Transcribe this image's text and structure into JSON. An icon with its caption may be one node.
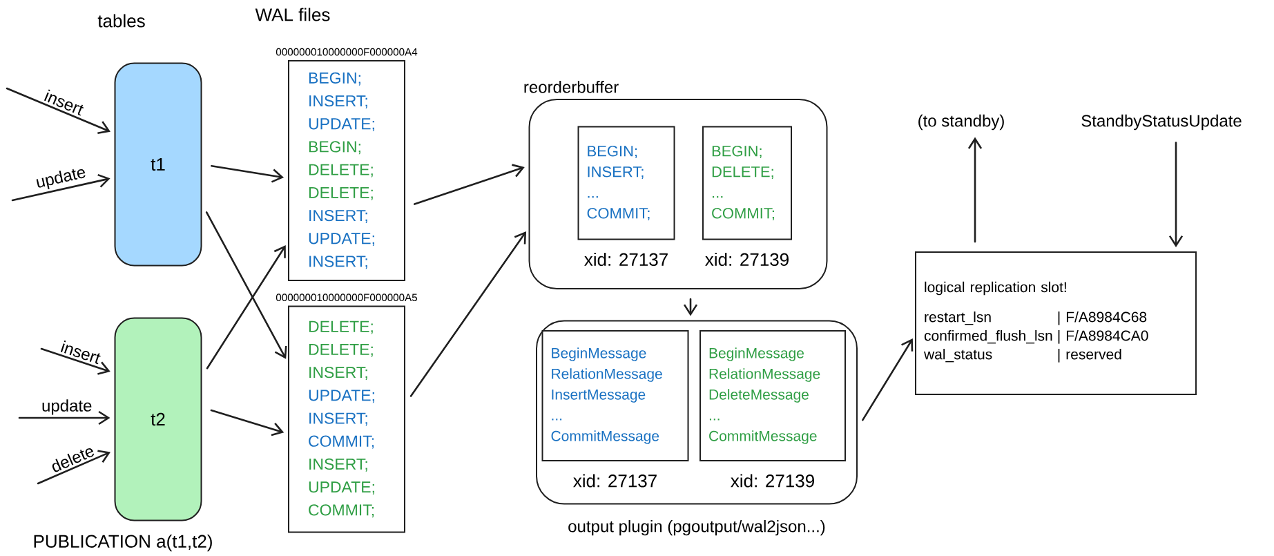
{
  "diagram": {
    "nodes": [
      {
        "text": [
          "t1"
        ]
      },
      {
        "text": [
          "t2"
        ]
      },
      {
        "text": [
          "000000010000000F000000A4",
          "BEGIN;",
          "INSERT;",
          "UPDATE;",
          "BEGIN;",
          "DELETE;",
          "DELETE;",
          "INSERT;",
          "UPDATE;",
          "INSERT;"
        ]
      },
      {
        "text": [
          "000000010000000F000000A5",
          "DELETE;",
          "DELETE;",
          "INSERT;",
          "UPDATE;",
          "INSERT;",
          "COMMIT;",
          "INSERT;",
          "UPDATE;",
          "COMMIT;"
        ]
      },
      {
        "text": [
          "reorderbuffer"
        ]
      },
      {
        "text": [
          "BEGIN;",
          "INSERT;",
          "...",
          "COMMIT;"
        ],
        "in": 4,
        "beside": [
          "xid: 27137"
        ]
      },
      {
        "text": [
          "BEGIN;",
          "DELETE;",
          "...",
          "COMMIT;"
        ],
        "in": 4,
        "beside": [
          "xid: 27139"
        ]
      },
      {
        "text": [
          "output plugin (pgoutput/wal2json...)"
        ]
      },
      {
        "text": [
          "BeginMessage",
          "RelationMessage",
          "InsertMessage",
          "...",
          "CommitMessage"
        ],
        "in": 7,
        "beside": [
          "xid: 27137"
        ]
      },
      {
        "text": [
          "BeginMessage",
          "RelationMessage",
          "DeleteMessage",
          "...",
          "CommitMessage"
        ],
        "in": 7,
        "beside": [
          "xid: 27139"
        ]
      },
      {
        "text": [
          "logical replication slot!",
          "restart_lsn",
          "| F/A8984C68",
          "confirmed_flush_lsn",
          "| F/A8984CA0",
          "wal_status",
          "| reserved"
        ]
      },
      {
        "text": [
          "(to standby)"
        ]
      },
      {
        "text": [
          "StandbyStatusUpdate"
        ]
      }
    ],
    "edges": [
      {
        "from": null,
        "to": 0,
        "arrow": "to",
        "label": "insert"
      },
      {
        "from": null,
        "to": 0,
        "arrow": "to",
        "label": "update"
      },
      {
        "from": null,
        "to": 1,
        "arrow": "to",
        "label": "insert"
      },
      {
        "from": null,
        "to": 1,
        "arrow": "to",
        "label": "update"
      },
      {
        "from": null,
        "to": 1,
        "arrow": "to",
        "label": "delete"
      },
      {
        "from": 0,
        "to": 2,
        "arrow": "to"
      },
      {
        "from": 0,
        "to": 3,
        "arrow": "to"
      },
      {
        "from": 1,
        "to": 2,
        "arrow": "to"
      },
      {
        "from": 1,
        "to": 3,
        "arrow": "to"
      },
      {
        "from": 2,
        "to": 4,
        "arrow": "to"
      },
      {
        "from": 3,
        "to": 4,
        "arrow": "to"
      },
      {
        "from": 4,
        "to": 7,
        "arrow": "to"
      },
      {
        "from": 7,
        "to": 10,
        "arrow": "to"
      },
      {
        "from": 10,
        "to": 11,
        "arrow": "to"
      },
      {
        "from": 12,
        "to": 10,
        "arrow": "to"
      }
    ],
    "labels": [
      "tables",
      "WAL files",
      "PUBLICATION a(t1,t2)"
    ]
  }
}
